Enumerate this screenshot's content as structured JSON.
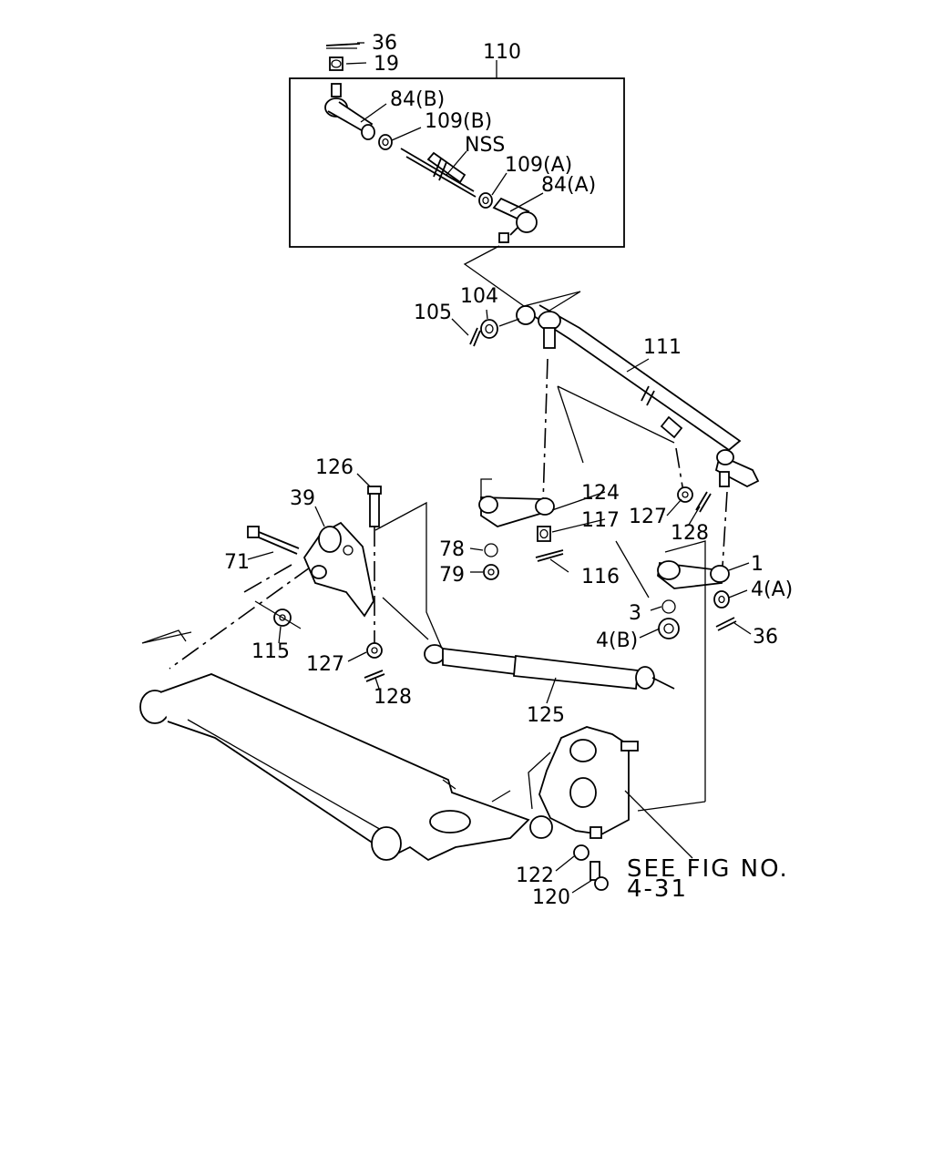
{
  "diagram": {
    "callouts": {
      "p36_top": "36",
      "p19": "19",
      "p110": "110",
      "p84b": "84(B)",
      "p109b": "109(B)",
      "nss": "NSS",
      "p109a": "109(A)",
      "p84a": "84(A)",
      "p104": "104",
      "p105": "105",
      "p111": "111",
      "p126": "126",
      "p39": "39",
      "p124": "124",
      "p117": "117",
      "p127_right": "127",
      "p128_right": "128",
      "p71": "71",
      "p78": "78",
      "p79": "79",
      "p116": "116",
      "p1": "1",
      "p4a": "4(A)",
      "p3": "3",
      "p36_right": "36",
      "p4b": "4(B)",
      "p115": "115",
      "p127_left": "127",
      "p128_left": "128",
      "p125": "125",
      "p122": "122",
      "p120": "120"
    },
    "reference_note": {
      "line1": "SEE FIG NO.",
      "line2": "4-31"
    }
  }
}
